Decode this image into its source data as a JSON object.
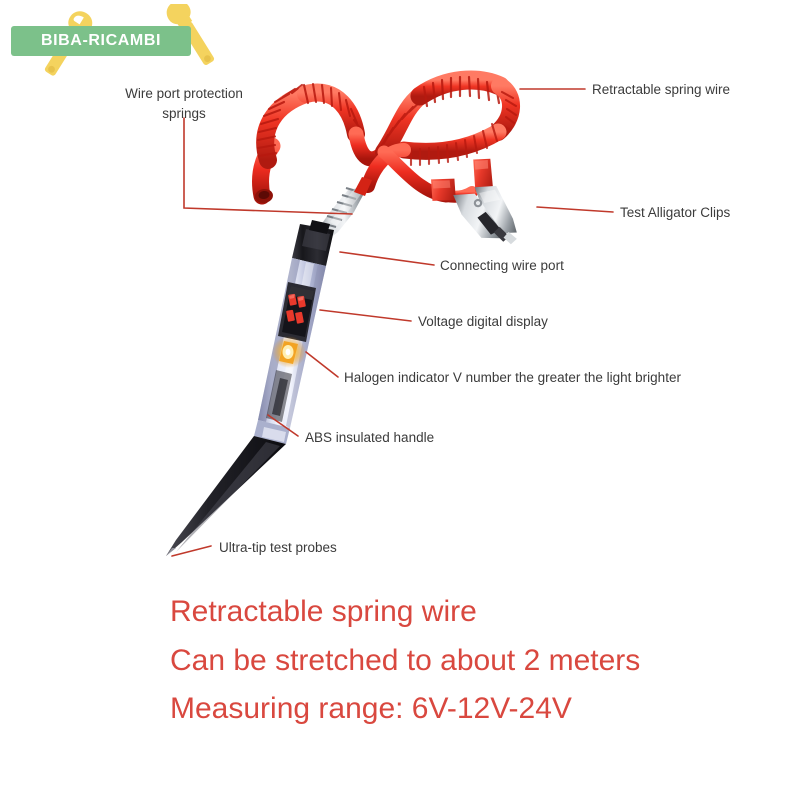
{
  "brand": {
    "logo_text": "BIBA-RICAMBI",
    "banner_color": "#7cc18a",
    "wrench_color": "#f4d35e",
    "text_color": "#ffffff"
  },
  "product": {
    "name": "automotive-circuit-tester",
    "colors": {
      "spring_wire": "#ee2d20",
      "spring_wire_dark": "#b81a10",
      "clip_metal": "#b9bcc0",
      "clip_grip": "#e23b2c",
      "body_plastic": "#c3c8e2",
      "body_cap": "#1b1b1f",
      "probe_tip": "#2a2a30",
      "display_digits": "#e03a3a",
      "halogen_glow": "#f5a623",
      "strain_spring": "#9aa0a6"
    }
  },
  "annotations": [
    {
      "id": "wire-port-protection-springs",
      "text_line1": "Wire port protection",
      "text_line2": "springs",
      "side": "left"
    },
    {
      "id": "retractable-spring-wire",
      "text": "Retractable spring wire",
      "side": "right"
    },
    {
      "id": "test-alligator-clips",
      "text": "Test Alligator Clips",
      "side": "right"
    },
    {
      "id": "connecting-wire-port",
      "text": "Connecting wire port",
      "side": "right"
    },
    {
      "id": "voltage-digital-display",
      "text": "Voltage digital display",
      "side": "right"
    },
    {
      "id": "halogen-indicator",
      "text": "Halogen indicator V number the greater the light brighter",
      "side": "right"
    },
    {
      "id": "abs-insulated-handle",
      "text": "ABS insulated handle",
      "side": "right"
    },
    {
      "id": "ultra-tip-test-probes",
      "text": "Ultra-tip test probes",
      "side": "right"
    }
  ],
  "promo": {
    "color": "#d9483f",
    "lines": [
      "Retractable spring wire",
      "Can be stretched to about 2 meters",
      "Measuring range: 6V-12V-24V"
    ]
  },
  "leader_line_color": "#c0392b"
}
